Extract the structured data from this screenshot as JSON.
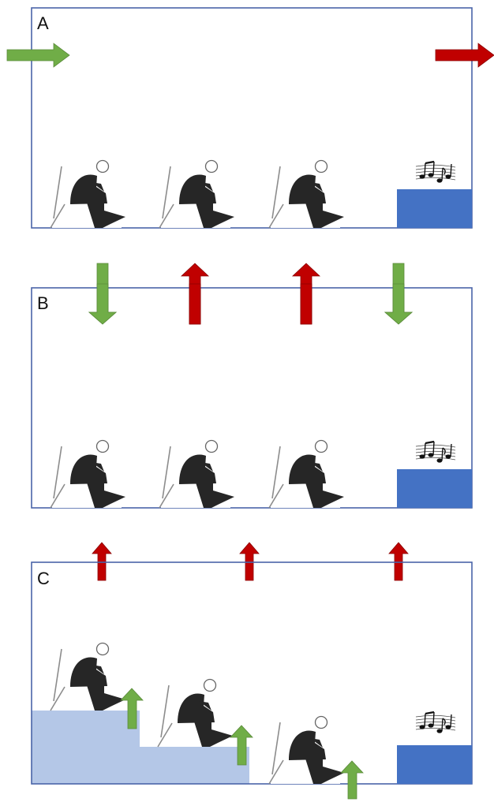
{
  "panels": [
    {
      "label": "A",
      "description_of_flow": "supply-left-exhaust-right"
    },
    {
      "label": "B",
      "description_of_flow": "ceiling-supply-and-exhaust"
    },
    {
      "label": "C",
      "description_of_flow": "floor-supply-ceiling-exhaust"
    }
  ],
  "icons": {
    "person": "seated-person-icon",
    "stage": "stage-block",
    "music": "music-notes-icon"
  },
  "colors": {
    "supply_arrow": "#70ad47",
    "exhaust_arrow": "#c00000",
    "panel_border": "#4a64a8",
    "stage": "#4472c4",
    "tier": "#b4c7e7",
    "person": "#262626",
    "chair": "#8c8c8c"
  }
}
